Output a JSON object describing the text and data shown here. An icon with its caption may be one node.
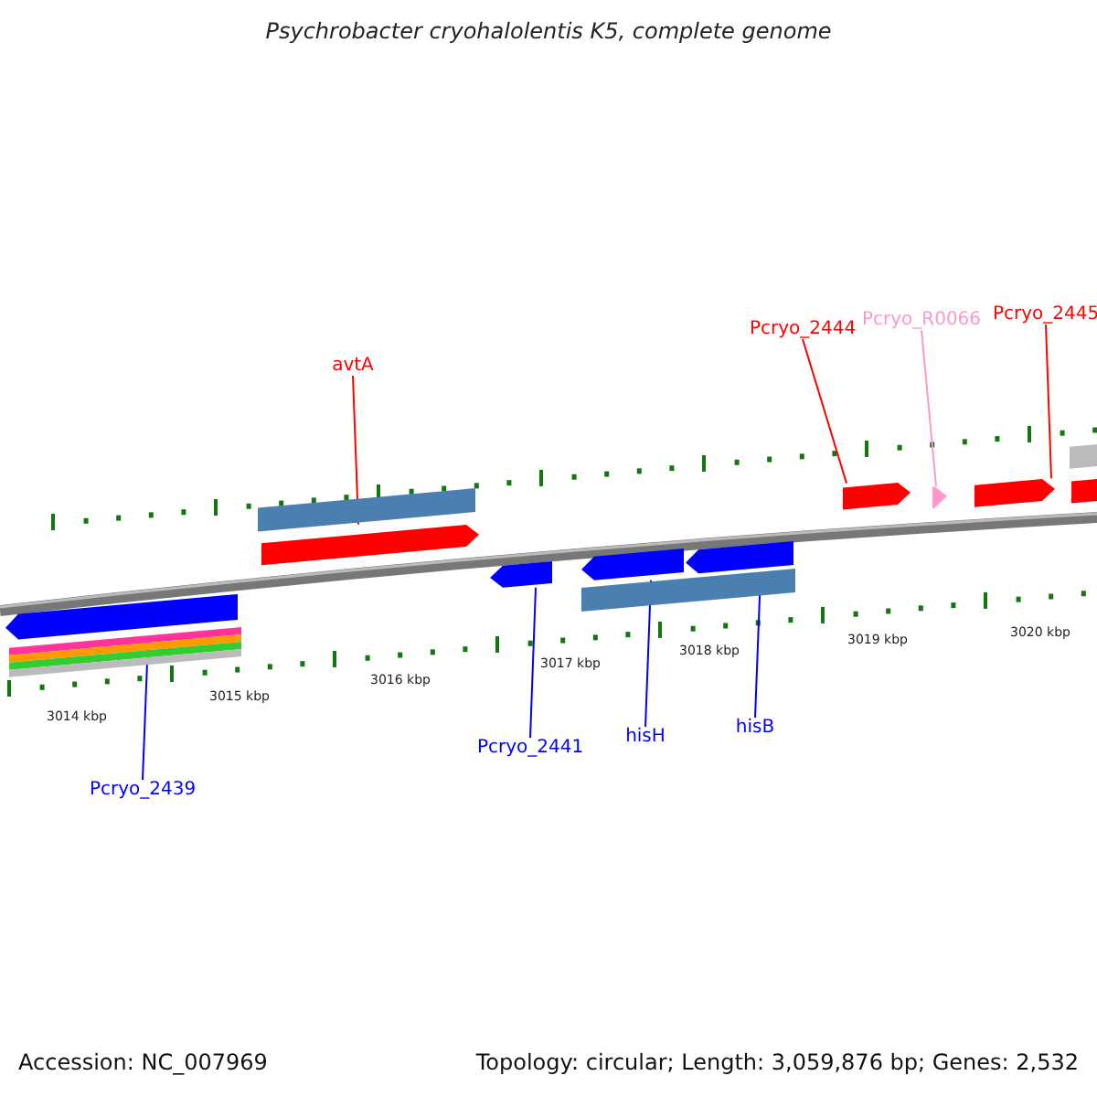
{
  "diagram": {
    "title": "Psychrobacter cryohalolentis K5, complete genome",
    "nodes": [
      {
        "text": [
          "avtA"
        ]
      },
      {
        "text": [
          "Pcryo_2444"
        ]
      },
      {
        "text": [
          "Pcryo_R0066"
        ]
      },
      {
        "text": [
          "Pcryo_2445"
        ]
      },
      {
        "text": [],
        "shape": "bar"
      },
      {
        "text": [],
        "shape": "bar"
      },
      {
        "text": [],
        "shape": "bar"
      },
      {
        "text": [],
        "shape": "bar"
      },
      {
        "text": [
          "Pcryo_2439"
        ]
      },
      {
        "text": [
          "Pcryo_2441"
        ]
      },
      {
        "text": [
          "hisH"
        ]
      },
      {
        "text": [
          "hisB"
        ]
      },
      {
        "text": [],
        "shape": "bar"
      },
      {
        "text": [],
        "shape": "bar"
      },
      {
        "text": [],
        "shape": "bar"
      },
      {
        "text": [],
        "shape": "bar"
      },
      {
        "text": [],
        "shape": "bar"
      },
      {
        "text": [],
        "shape": "bar"
      },
      {
        "text": [],
        "shape": "bar"
      },
      {
        "text": [],
        "shape": "bar"
      },
      {
        "text": [],
        "shape": "bar"
      },
      {
        "text": [],
        "shape": "bar"
      },
      {
        "text": [],
        "shape": "bar"
      },
      {
        "text": [],
        "shape": "bar"
      }
    ],
    "edges": [
      {
        "from": 0,
        "to": 4,
        "arrow": "none",
        "color": "#ff0000"
      },
      {
        "from": 1,
        "to": 5,
        "arrow": "none",
        "color": "#ff0000"
      },
      {
        "from": 2,
        "to": 6,
        "arrow": "none",
        "color": "#ff99cc"
      },
      {
        "from": 3,
        "to": 7,
        "arrow": "none",
        "color": "#ff0000"
      },
      {
        "from": 8,
        "to": 12,
        "arrow": "none"
      },
      {
        "from": 9,
        "to": 13,
        "arrow": "none"
      },
      {
        "from": 10,
        "to": 14,
        "arrow": "none"
      },
      {
        "from": 11,
        "to": 15,
        "arrow": "none"
      }
    ],
    "labels": [
      "3014 kbp",
      "3015 kbp",
      "3016 kbp",
      "3017 kbp",
      "3018 kbp",
      "3019 kbp",
      "3020 kbp",
      "Accession: NC_007969",
      "Topology: circular; Length: 3,059,876 bp; Genes: 2,532"
    ]
  }
}
